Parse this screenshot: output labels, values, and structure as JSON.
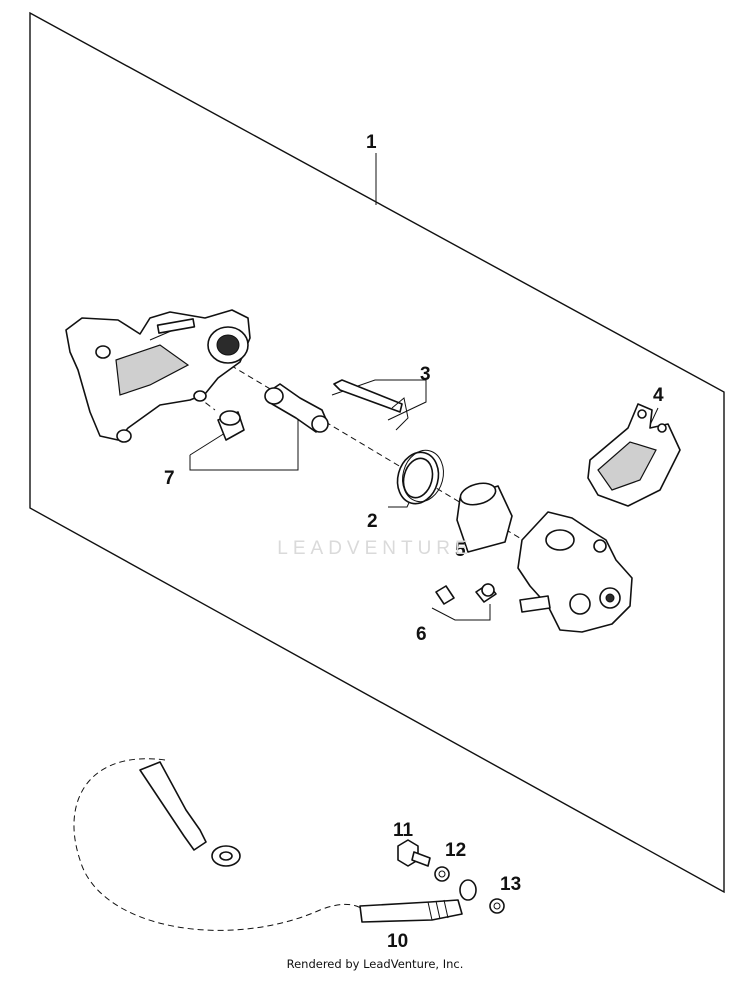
{
  "diagram": {
    "callouts": [
      {
        "id": "1",
        "label": "1"
      },
      {
        "id": "2",
        "label": "2"
      },
      {
        "id": "3",
        "label": "3"
      },
      {
        "id": "4",
        "label": "4"
      },
      {
        "id": "5",
        "label": "5"
      },
      {
        "id": "6",
        "label": "6"
      },
      {
        "id": "7",
        "label": "7"
      },
      {
        "id": "10",
        "label": "10"
      },
      {
        "id": "11",
        "label": "11"
      },
      {
        "id": "12",
        "label": "12"
      },
      {
        "id": "13",
        "label": "13"
      }
    ],
    "watermark": "LEADVENTURE",
    "credit": "Rendered by LeadVenture, Inc."
  }
}
